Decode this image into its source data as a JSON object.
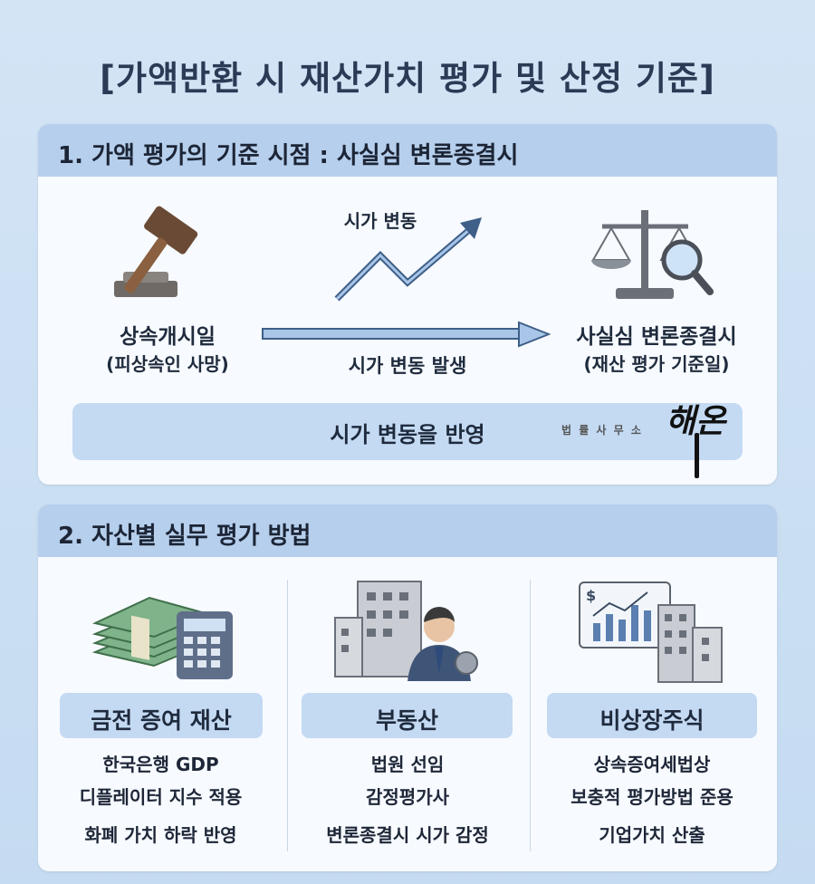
{
  "title": "[가액반환 시 재산가치 평가 및 산정 기준]",
  "section1": {
    "heading": "1. 가액 평가의 기준 시점 : 사실심 변론종결시",
    "start_label": "상속개시일",
    "start_sub": "(피상속인 사망)",
    "trend_label": "시가 변동",
    "arrow_label": "시가 변동 발생",
    "end_label": "사실심 변론종결시",
    "end_sub": "(재산 평가 기준일)",
    "banner": "시가 변동을 반영",
    "logo_small": "법 률 사 무 소",
    "logo_signature": "해온"
  },
  "section2": {
    "heading": "2. 자산별 실무 평가 방법",
    "columns": [
      {
        "label": "금전 증여 재산",
        "lines": [
          "한국은행 GDP",
          "디플레이터 지수 적용",
          "화폐 가치 하락 반영"
        ]
      },
      {
        "label": "부동산",
        "lines": [
          "법원 선임",
          "감정평가사",
          "변론종결시 시가 감정"
        ]
      },
      {
        "label": "비상장주식",
        "lines": [
          "상속증여세법상",
          "보충적 평가방법 준용",
          "기업가치 산출"
        ]
      }
    ]
  }
}
